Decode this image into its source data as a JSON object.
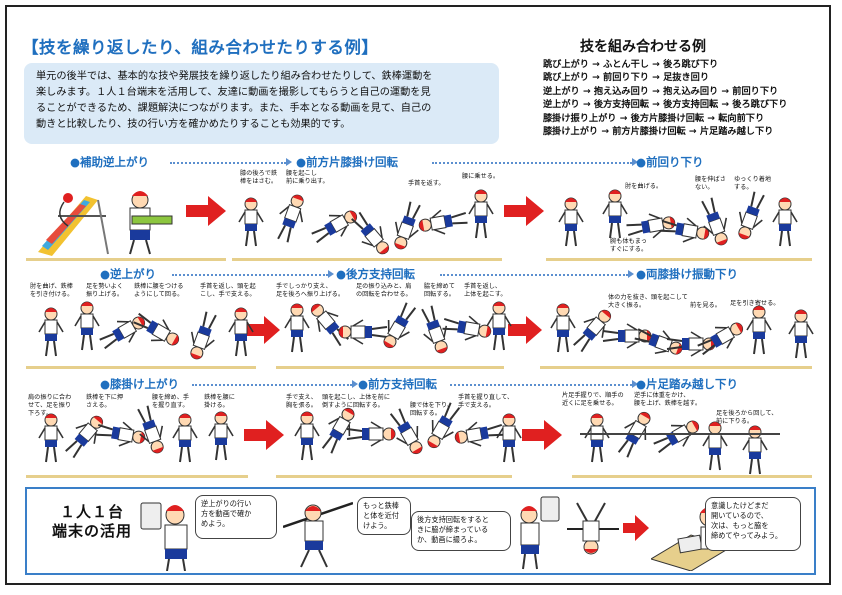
{
  "title": "【技を繰り返したり、組み合わせたりする例】",
  "intro": [
    "単元の後半では、基本的な技や発展技を繰り返したり組み合わせたりして、鉄棒運動を",
    "楽しみます。１人１台端末を活用して、友達に動画を撮影してもらうと自己の運動を見",
    "ることができるため、課題解決につながります。また、手本となる動画を見て、自己の",
    "動きと比較したり、技の行い方を確かめたりすることも効果的です。"
  ],
  "combo": {
    "title": "技を組み合わせる例",
    "lines": [
      "跳び上がり → ふとん干し → 後ろ跳び下り",
      "跳び上がり → 前回り下り → 足抜き回り",
      "逆上がり → 抱え込み回り → 抱え込み回り → 前回り下り",
      "逆上がり → 後方支持回転 → 後方支持回転 → 後ろ跳び下り",
      "膝掛け振り上がり → 後方片膝掛け回転 → 転向前下り",
      "膝掛け上がり → 前方片膝掛け回転 → 片足踏み越し下り"
    ]
  },
  "rows": [
    {
      "sections": [
        "●補助逆上がり",
        "●前方片膝掛け回転",
        "●前回り下り"
      ],
      "captions": [
        "膝の後ろで鉄\n棒をはさむ。",
        "腰を起こし\n前に乗り出す。",
        "手首を返す。",
        "腰に乗せる。",
        "肘を曲げる。",
        "腰を伸ばさ\nない。",
        "ゆっくり着地\nする。",
        "腕も体もまっ\nすぐにする。"
      ]
    },
    {
      "sections": [
        "●逆上がり",
        "●後方支持回転",
        "●両膝掛け振動下り"
      ],
      "captions": [
        "肘を曲げ、鉄棒\nを引き付ける。",
        "足を勢いよく\n振り上げる。",
        "鉄棒に腰をつける\nようにして回る。",
        "手首を返し、頭を起\nこし、手で支える。",
        "手でしっかり支え、\n足を後ろへ振り上げる。",
        "足の振り込みと、肩\nの回転を合わせる。",
        "脇を締めて\n回転する。",
        "手首を返し、\n上体を起こす。",
        "体の力を抜き、頭を起こして\n大きく振る。",
        "前を見る。",
        "足を引き寄せる。"
      ]
    },
    {
      "sections": [
        "●膝掛け上がり",
        "●前方支持回転",
        "●片足踏み越し下り"
      ],
      "captions": [
        "肩の振りに合わ\nせて、足を振り\n下ろす。",
        "鉄棒を下に押\nさえる。",
        "腰を締め、手\nを握り直す。",
        "鉄棒を腰に\n掛ける。",
        "手で支え、\n胸を張る。",
        "頭を起こし、上体を前に\n倒すように回転する。",
        "腰で体を下り、\n回転する。",
        "手首を握り直して、\n手で支える。",
        "片足手握りで、順手の\n近くに足を乗せる。",
        "逆手に体重をかけ、\n腰を上げ、鉄棒を越す。",
        "足を後ろから回して、\n前に下りる。"
      ]
    }
  ],
  "bottom": {
    "label": [
      "１人１台",
      "端末の活用"
    ],
    "bubbles": [
      "逆上がりの行い\n方を動画で確か\nめよう。",
      "もっと鉄棒\nと体を近付\nけよう。",
      "後方支持回転をすると\nきに脇が締まっている\nか、動画に撮ろよ。",
      "意識したけどまだ\n開いているので、\n次は、もっと脇を\n締めてやってみよう。"
    ]
  },
  "colors": {
    "accent": "#1f6fbf",
    "panel": "#dbeaf7",
    "arrow": "#e02020",
    "ground": "#e6cf8c",
    "shirt": "#ffffff",
    "shorts": "#1a3a9c",
    "cap": "#e02020"
  }
}
